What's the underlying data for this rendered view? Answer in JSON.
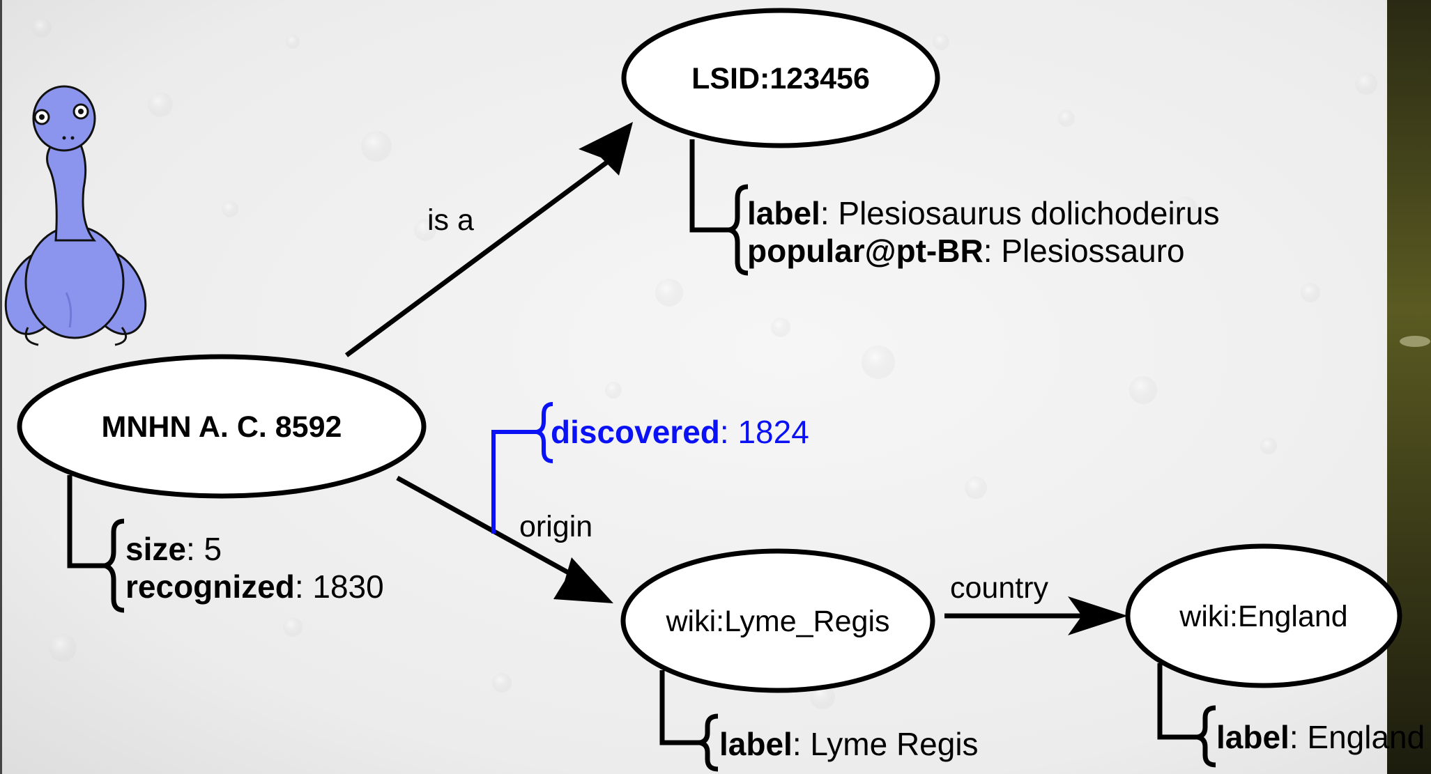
{
  "colors": {
    "qualifier": "#0a12f5",
    "ink": "#000000",
    "mascot_fill": "#8c95ee",
    "mascot_shade": "#6f79d8",
    "dark_strip": "#3a3a18"
  },
  "mascot": {
    "icon": "plesiosaur-mascot-icon"
  },
  "nodes": {
    "specimen": {
      "label": "MNHN A. C. 8592",
      "bold": true
    },
    "lsid": {
      "label": "LSID:123456",
      "bold": true
    },
    "lyme": {
      "label": "wiki:Lyme_Regis",
      "bold": false
    },
    "england": {
      "label": "wiki:England",
      "bold": false
    }
  },
  "edges": {
    "is_a": {
      "label": "is a"
    },
    "origin": {
      "label": "origin"
    },
    "country": {
      "label": "country"
    }
  },
  "properties": {
    "lsid": [
      {
        "key": "label",
        "value": ": Plesiosaurus dolichodeirus"
      },
      {
        "key": "popular@pt-BR",
        "value": ": Plesiossauro"
      }
    ],
    "specimen": [
      {
        "key": "size",
        "value": ": 5"
      },
      {
        "key": "recognized",
        "value": ": 1830"
      }
    ],
    "origin_qualifier": [
      {
        "key": "discovered",
        "value": ": 1824"
      }
    ],
    "lyme": [
      {
        "key": "label",
        "value": ": Lyme Regis"
      }
    ],
    "england": [
      {
        "key": "label",
        "value": ": England"
      }
    ]
  }
}
